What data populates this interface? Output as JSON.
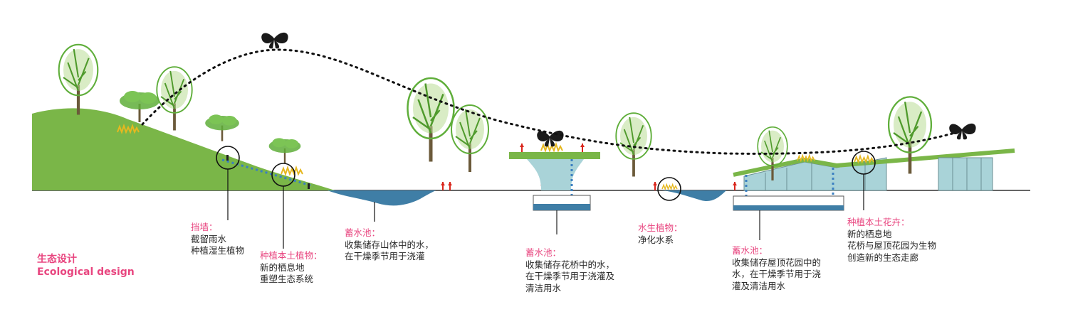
{
  "title": {
    "zh": "生态设计",
    "en": "Ecological design"
  },
  "colors": {
    "accent": "#e8457f",
    "grass": "#7ab648",
    "tree": "#5fae3a",
    "water": "#3f7ea6",
    "glass": "#a9d3d8",
    "dotted_path": "#111111",
    "blue_dotted": "#3a7fc1"
  },
  "callouts": [
    {
      "id": "retaining-wall",
      "title": "挡墙：",
      "lines": "截留雨水\n种植湿生植物"
    },
    {
      "id": "native-plants",
      "title": "种植本土植物：",
      "lines": "新的栖息地\n重塑生态系统"
    },
    {
      "id": "pond-mountain",
      "title": "蓄水池：",
      "lines": "收集储存山体中的水，\n在干燥季节用于浇灌"
    },
    {
      "id": "pond-bridge",
      "title": "蓄水池：",
      "lines": "收集储存花桥中的水，\n在干燥季节用于浇灌及\n清洁用水"
    },
    {
      "id": "aquatic-plants",
      "title": "水生植物：",
      "lines": "净化水系"
    },
    {
      "id": "pond-roof",
      "title": "蓄水池：",
      "lines": "收集储存屋顶花园中的\n水，在干燥季节用于浇\n灌及清洁用水"
    },
    {
      "id": "native-flowers",
      "title": "种植本土花卉：",
      "lines": "新的栖息地\n花桥与屋顶花园为生物\n创造新的生态走廊"
    }
  ],
  "icons": [
    "butterfly-icon",
    "tree-icon",
    "flower-icon",
    "magnifier-circle-icon"
  ]
}
